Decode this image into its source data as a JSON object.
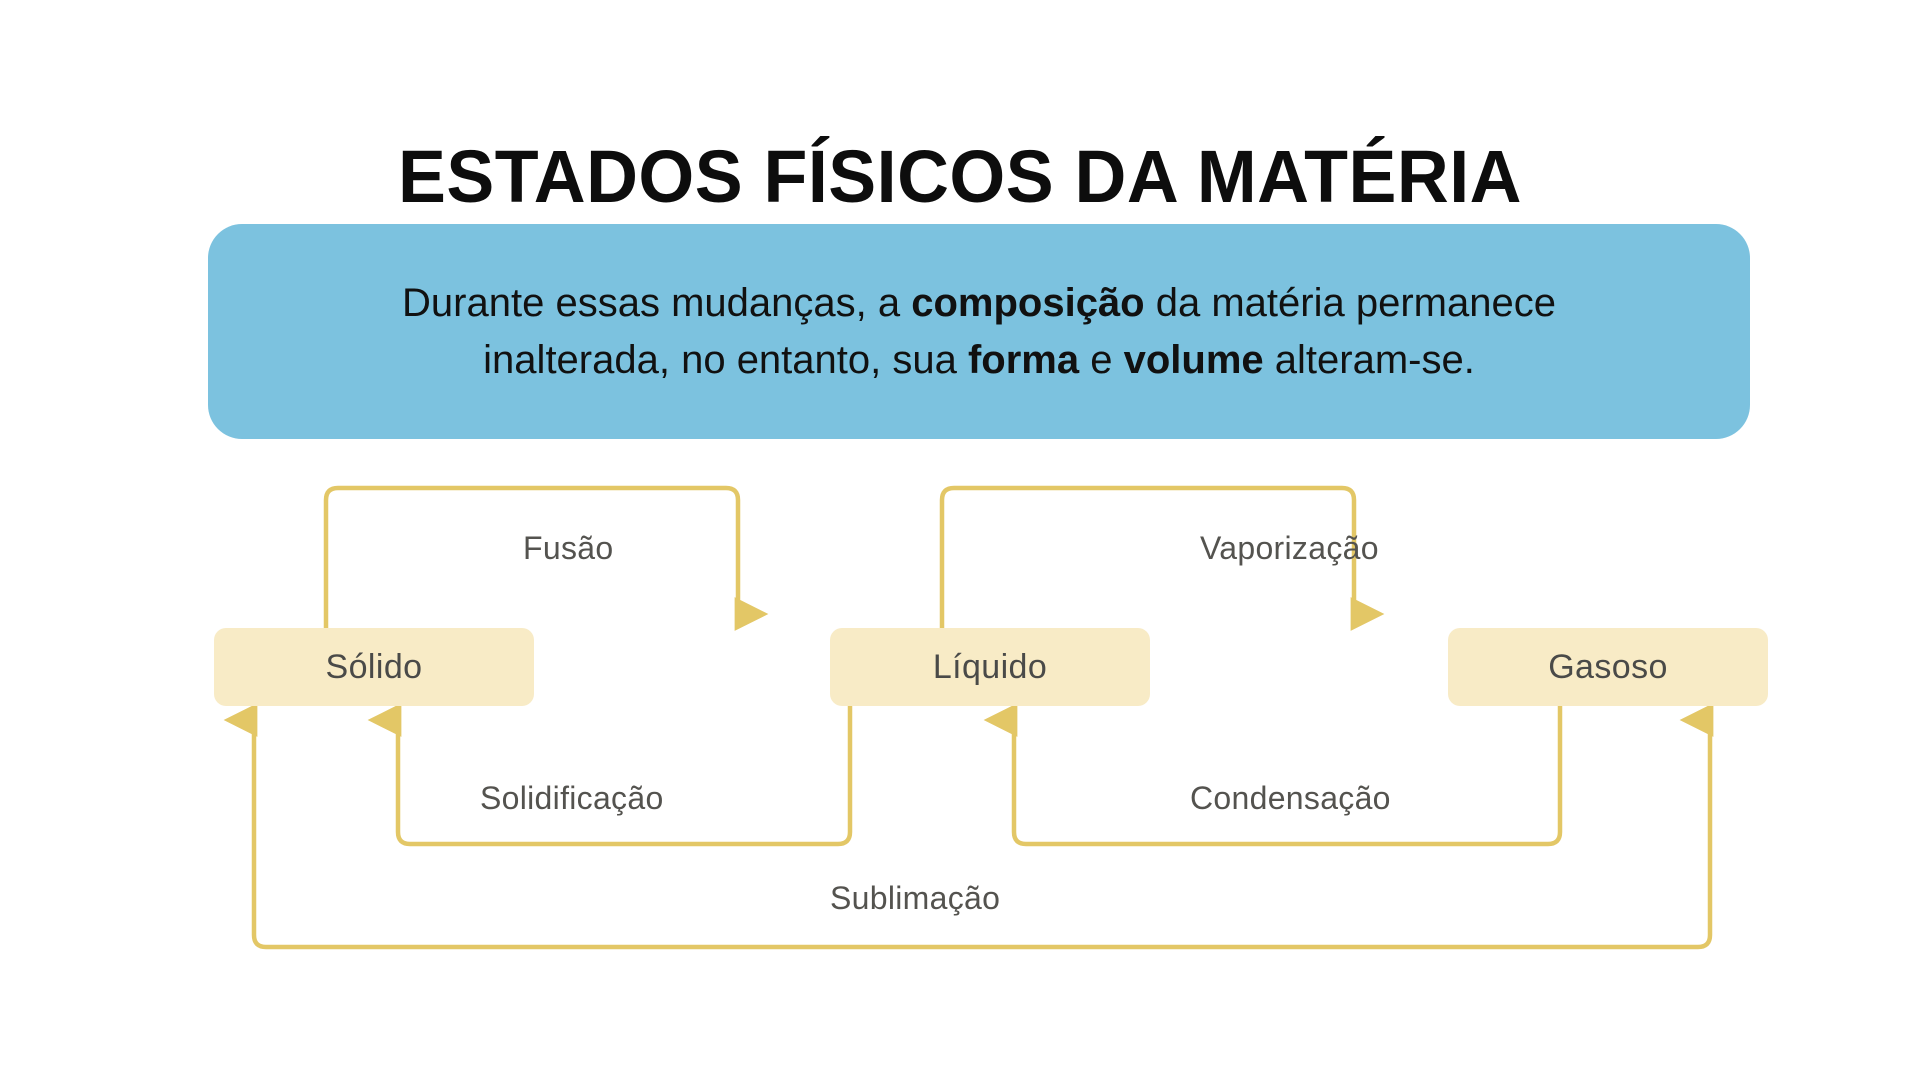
{
  "page": {
    "title": "ESTADOS FÍSICOS DA MATÉRIA",
    "background_color": "#FFFFFF"
  },
  "callout": {
    "background_color": "#7CC2DF",
    "text_color": "#111111",
    "line1_part1": "Durante essas mudanças, a ",
    "line1_bold": "composição",
    "line1_part2": " da matéria permanece",
    "line2_part1": "inalterada, no entanto, sua ",
    "line2_bold1": "forma",
    "line2_part2": " e ",
    "line2_bold2": "volume",
    "line2_part3": " alteram-se."
  },
  "diagram": {
    "box_fill": "#F8EBC6",
    "box_text_color": "#4A4A48",
    "arrow_color": "#E3C766",
    "label_color": "#54534F",
    "states": [
      {
        "id": "solido",
        "label": "Sólido"
      },
      {
        "id": "liquido",
        "label": "Líquido"
      },
      {
        "id": "gasoso",
        "label": "Gasoso"
      }
    ],
    "transitions": [
      {
        "id": "fusao",
        "label": "Fusão",
        "from": "Sólido",
        "to": "Líquido"
      },
      {
        "id": "vaporizacao",
        "label": "Vaporização",
        "from": "Líquido",
        "to": "Gasoso"
      },
      {
        "id": "solidificacao",
        "label": "Solidificação",
        "from": "Líquido",
        "to": "Sólido"
      },
      {
        "id": "condensacao",
        "label": "Condensação",
        "from": "Gasoso",
        "to": "Líquido"
      },
      {
        "id": "sublimacao",
        "label": "Sublimação",
        "from": "Sólido",
        "to": "Gasoso"
      }
    ]
  }
}
